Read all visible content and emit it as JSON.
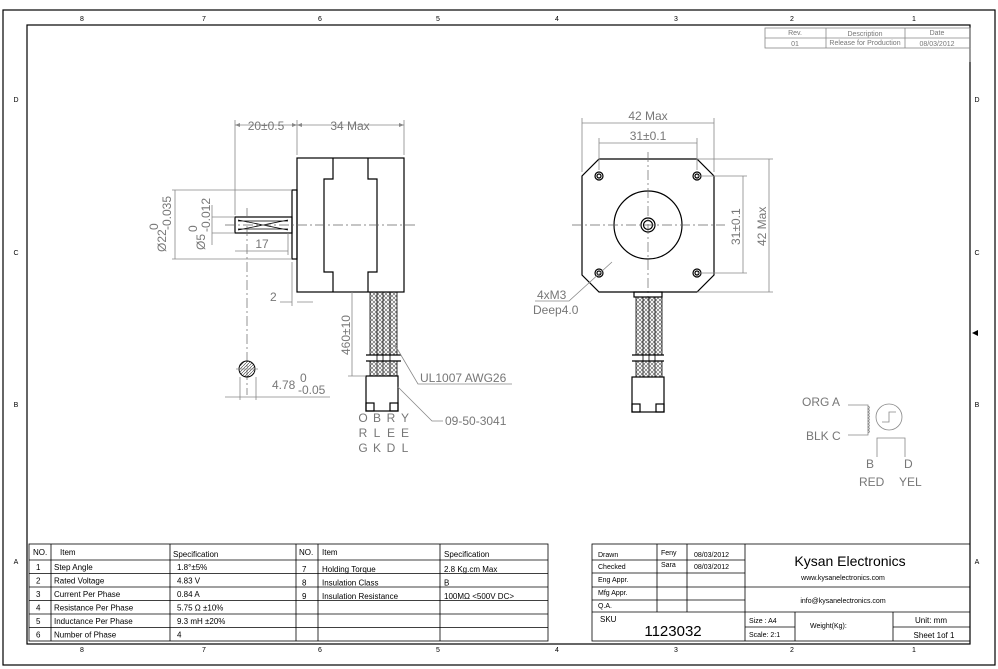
{
  "frame": {
    "columns": [
      "8",
      "7",
      "6",
      "5",
      "4",
      "3",
      "2",
      "1"
    ],
    "rows": [
      "D",
      "C",
      "B",
      "A"
    ]
  },
  "revision": {
    "headers": [
      "Rev.",
      "Description",
      "Date"
    ],
    "rows": [
      [
        "01",
        "Release for Production",
        "08/03/2012"
      ]
    ]
  },
  "side_view": {
    "dim_shaft_length": "20±0.5",
    "dim_body_length": "34 Max",
    "dim_flange_dia": "Ø22",
    "dim_flange_tol_upper": "0",
    "dim_flange_tol_lower": "-0.035",
    "dim_shaft_dia": "Ø5",
    "dim_shaft_tol_upper": "0",
    "dim_shaft_tol_lower": "-0.012",
    "dim_flat_length": "17",
    "dim_flange_thickness": "2",
    "dim_flat": "4.78",
    "dim_flat_tol_upper": "0",
    "dim_flat_tol_lower": "-0.05",
    "dim_lead_length": "460±10",
    "wire_label": "UL1007  AWG26",
    "connector_label": "09-50-3041",
    "wire_colors": [
      [
        "O",
        "R",
        "G"
      ],
      [
        "B",
        "L",
        "K"
      ],
      [
        "R",
        "E",
        "D"
      ],
      [
        "Y",
        "E",
        "L"
      ]
    ]
  },
  "front_view": {
    "dim_width": "42 Max",
    "dim_hole_spacing_h": "31±0.1",
    "dim_hole_spacing_v": "31±0.1",
    "dim_height": "42 Max",
    "holes_label": "4xM3",
    "holes_depth": "Deep4.0"
  },
  "schematic": {
    "a_label": "ORG  A",
    "c_label": "BLK  C",
    "b_label": "B",
    "d_label": "D",
    "b_color": "RED",
    "d_color": "YEL"
  },
  "spec_table": {
    "headers": [
      "NO.",
      "Item",
      "Specification",
      "NO.",
      "Item",
      "Specification"
    ],
    "left": [
      [
        "1",
        "Step Angle",
        "1.8°±5%"
      ],
      [
        "2",
        "Rated Voltage",
        "4.83 V"
      ],
      [
        "3",
        "Current Per Phase",
        "0.84 A"
      ],
      [
        "4",
        "Resistance Per Phase",
        "5.75 Ω  ±10%"
      ],
      [
        "5",
        "Inductance Per Phase",
        "9.3 mH ±20%"
      ],
      [
        "6",
        "Number of Phase",
        "4"
      ]
    ],
    "right": [
      [
        "7",
        "Holding Torque",
        "2.8 Kg.cm  Max"
      ],
      [
        "8",
        "Insulation Class",
        "B"
      ],
      [
        "9",
        "Insulation Resistance",
        "100MΩ <500V DC>"
      ]
    ]
  },
  "title_block": {
    "approvals": [
      [
        "Drawn",
        "Feny",
        "08/03/2012"
      ],
      [
        "Checked",
        "Sara",
        "08/03/2012"
      ],
      [
        "Eng Appr.",
        "",
        ""
      ],
      [
        "Mfg Appr.",
        "",
        ""
      ],
      [
        "Q.A.",
        "",
        ""
      ]
    ],
    "sku_label": "SKU",
    "sku": "1123032",
    "company": "Kysan Electronics",
    "website": "www.kysanelectronics.com",
    "email": "info@kysanelectronics.com",
    "size": "Size : A4",
    "scale": "Scale: 2:1",
    "weight": "Weight(Kg):",
    "unit": "Unit: mm",
    "sheet": "Sheet 1of 1"
  }
}
